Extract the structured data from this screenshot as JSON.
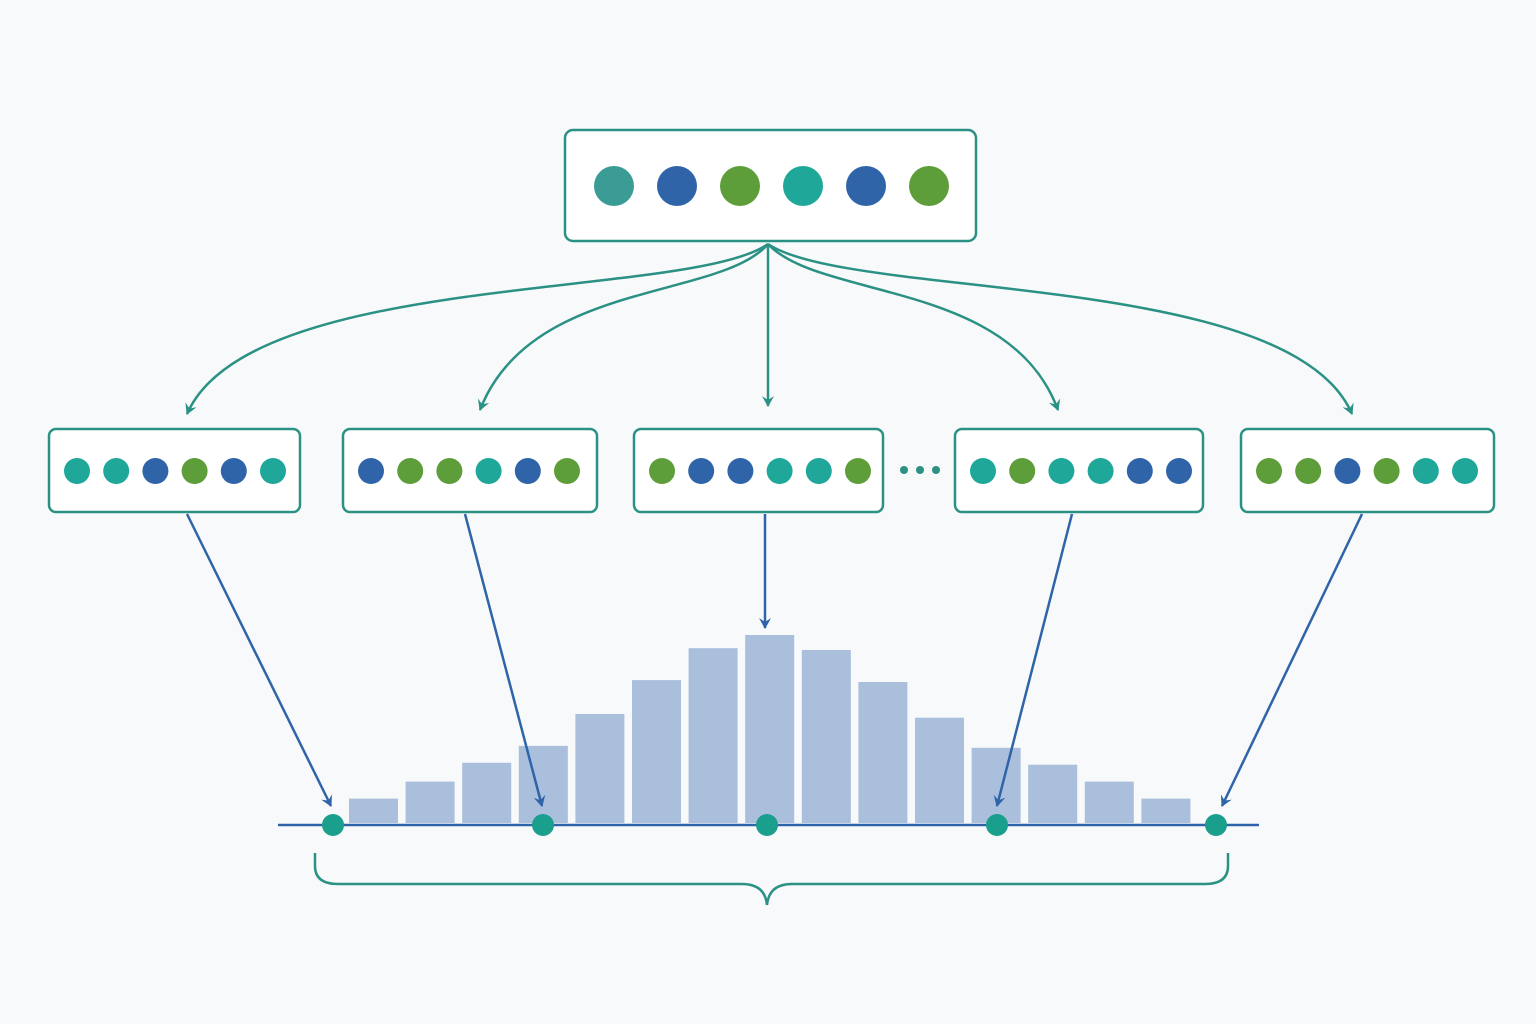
{
  "colors": {
    "background": "#f8f9fa",
    "box_border": "#2a9184",
    "box_fill": "#ffffff",
    "teal": "#1fa89a",
    "teal_dark": "#3a9c94",
    "blue": "#2f64a8",
    "green": "#5e9e3a",
    "arrow_teal": "#2a9184",
    "arrow_blue": "#2f64a8",
    "bar_fill": "#a9bfdc",
    "axis": "#2f64a8",
    "marker": "#1a9f8d",
    "brace": "#2a9184",
    "ellipsis": "#2a9184"
  },
  "source_box": {
    "dots": [
      "teal-dark",
      "blue",
      "green",
      "teal",
      "blue",
      "green"
    ]
  },
  "resample_boxes": [
    {
      "dots": [
        "teal",
        "teal",
        "blue",
        "green",
        "blue",
        "teal"
      ]
    },
    {
      "dots": [
        "blue",
        "green",
        "green",
        "teal",
        "blue",
        "green"
      ]
    },
    {
      "dots": [
        "green",
        "blue",
        "blue",
        "teal",
        "teal",
        "green"
      ]
    },
    {
      "dots": [
        "teal",
        "green",
        "teal",
        "teal",
        "blue",
        "blue"
      ]
    },
    {
      "dots": [
        "green",
        "green",
        "blue",
        "green",
        "teal",
        "teal"
      ]
    }
  ],
  "ellipsis_between": [
    2,
    3
  ],
  "histogram": {
    "relative_heights": [
      0.13,
      0.22,
      0.32,
      0.41,
      0.58,
      0.76,
      0.93,
      1.0,
      0.92,
      0.75,
      0.56,
      0.4,
      0.31,
      0.22,
      0.13
    ]
  },
  "icons": [
    "arrow-icon",
    "brace-icon",
    "ellipsis-icon"
  ]
}
